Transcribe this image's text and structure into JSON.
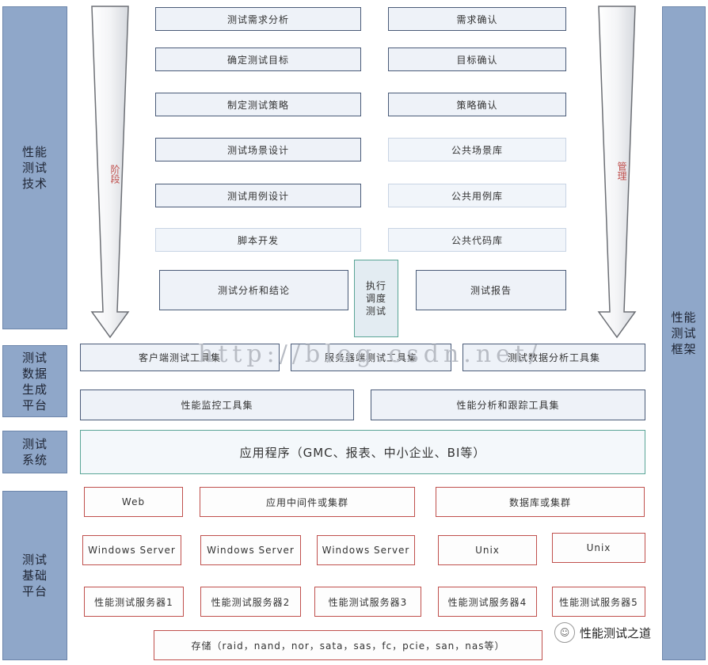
{
  "side": {
    "technique": "性能测试技术",
    "framework": "性能测试框架",
    "data_platform": "测试数据生成平台",
    "system": "测试系统",
    "infra": "测试基础平台"
  },
  "arrows": {
    "left_label": "阶段",
    "right_label": "管理"
  },
  "stages": {
    "left": [
      "测试需求分析",
      "确定测试目标",
      "制定测试策略",
      "测试场景设计",
      "测试用例设计",
      "脚本开发"
    ],
    "right": [
      "需求确认",
      "目标确认",
      "策略确认",
      "公共场景库",
      "公共用例库",
      "公共代码库"
    ]
  },
  "row7": {
    "analysis": "测试分析和结论",
    "exec": "执行调度测试",
    "report": "测试报告"
  },
  "tools": {
    "client": "客户端测试工具集",
    "server": "服务器端测试工具集",
    "data": "测试数据分析工具集",
    "monitor": "性能监控工具集",
    "trace": "性能分析和跟踪工具集"
  },
  "app": {
    "label": "应用程序（GMC、报表、中小企业、BI等）"
  },
  "infra": {
    "web": "Web",
    "middleware": "应用中间件或集群",
    "db": "数据库或集群",
    "os": [
      "Windows Server",
      "Windows Server",
      "Windows Server",
      "Unix",
      "Unix"
    ],
    "servers": [
      "性能测试服务器1",
      "性能测试服务器2",
      "性能测试服务器3",
      "性能测试服务器4",
      "性能测试服务器5"
    ],
    "storage": "存储（raid，nand，nor，sata，sas，fc，pcie，san，nas等）"
  },
  "watermark": "http://blog.csdn.net/",
  "brand": {
    "text": "性能测试之道",
    "icon": "wechat-icon"
  },
  "colors": {
    "side_bg": "#8fa7c9",
    "box_border": "#4a5b78",
    "infra_border": "#c0504d",
    "app_border": "#5aa596",
    "arrow_label": "#c0504d"
  }
}
